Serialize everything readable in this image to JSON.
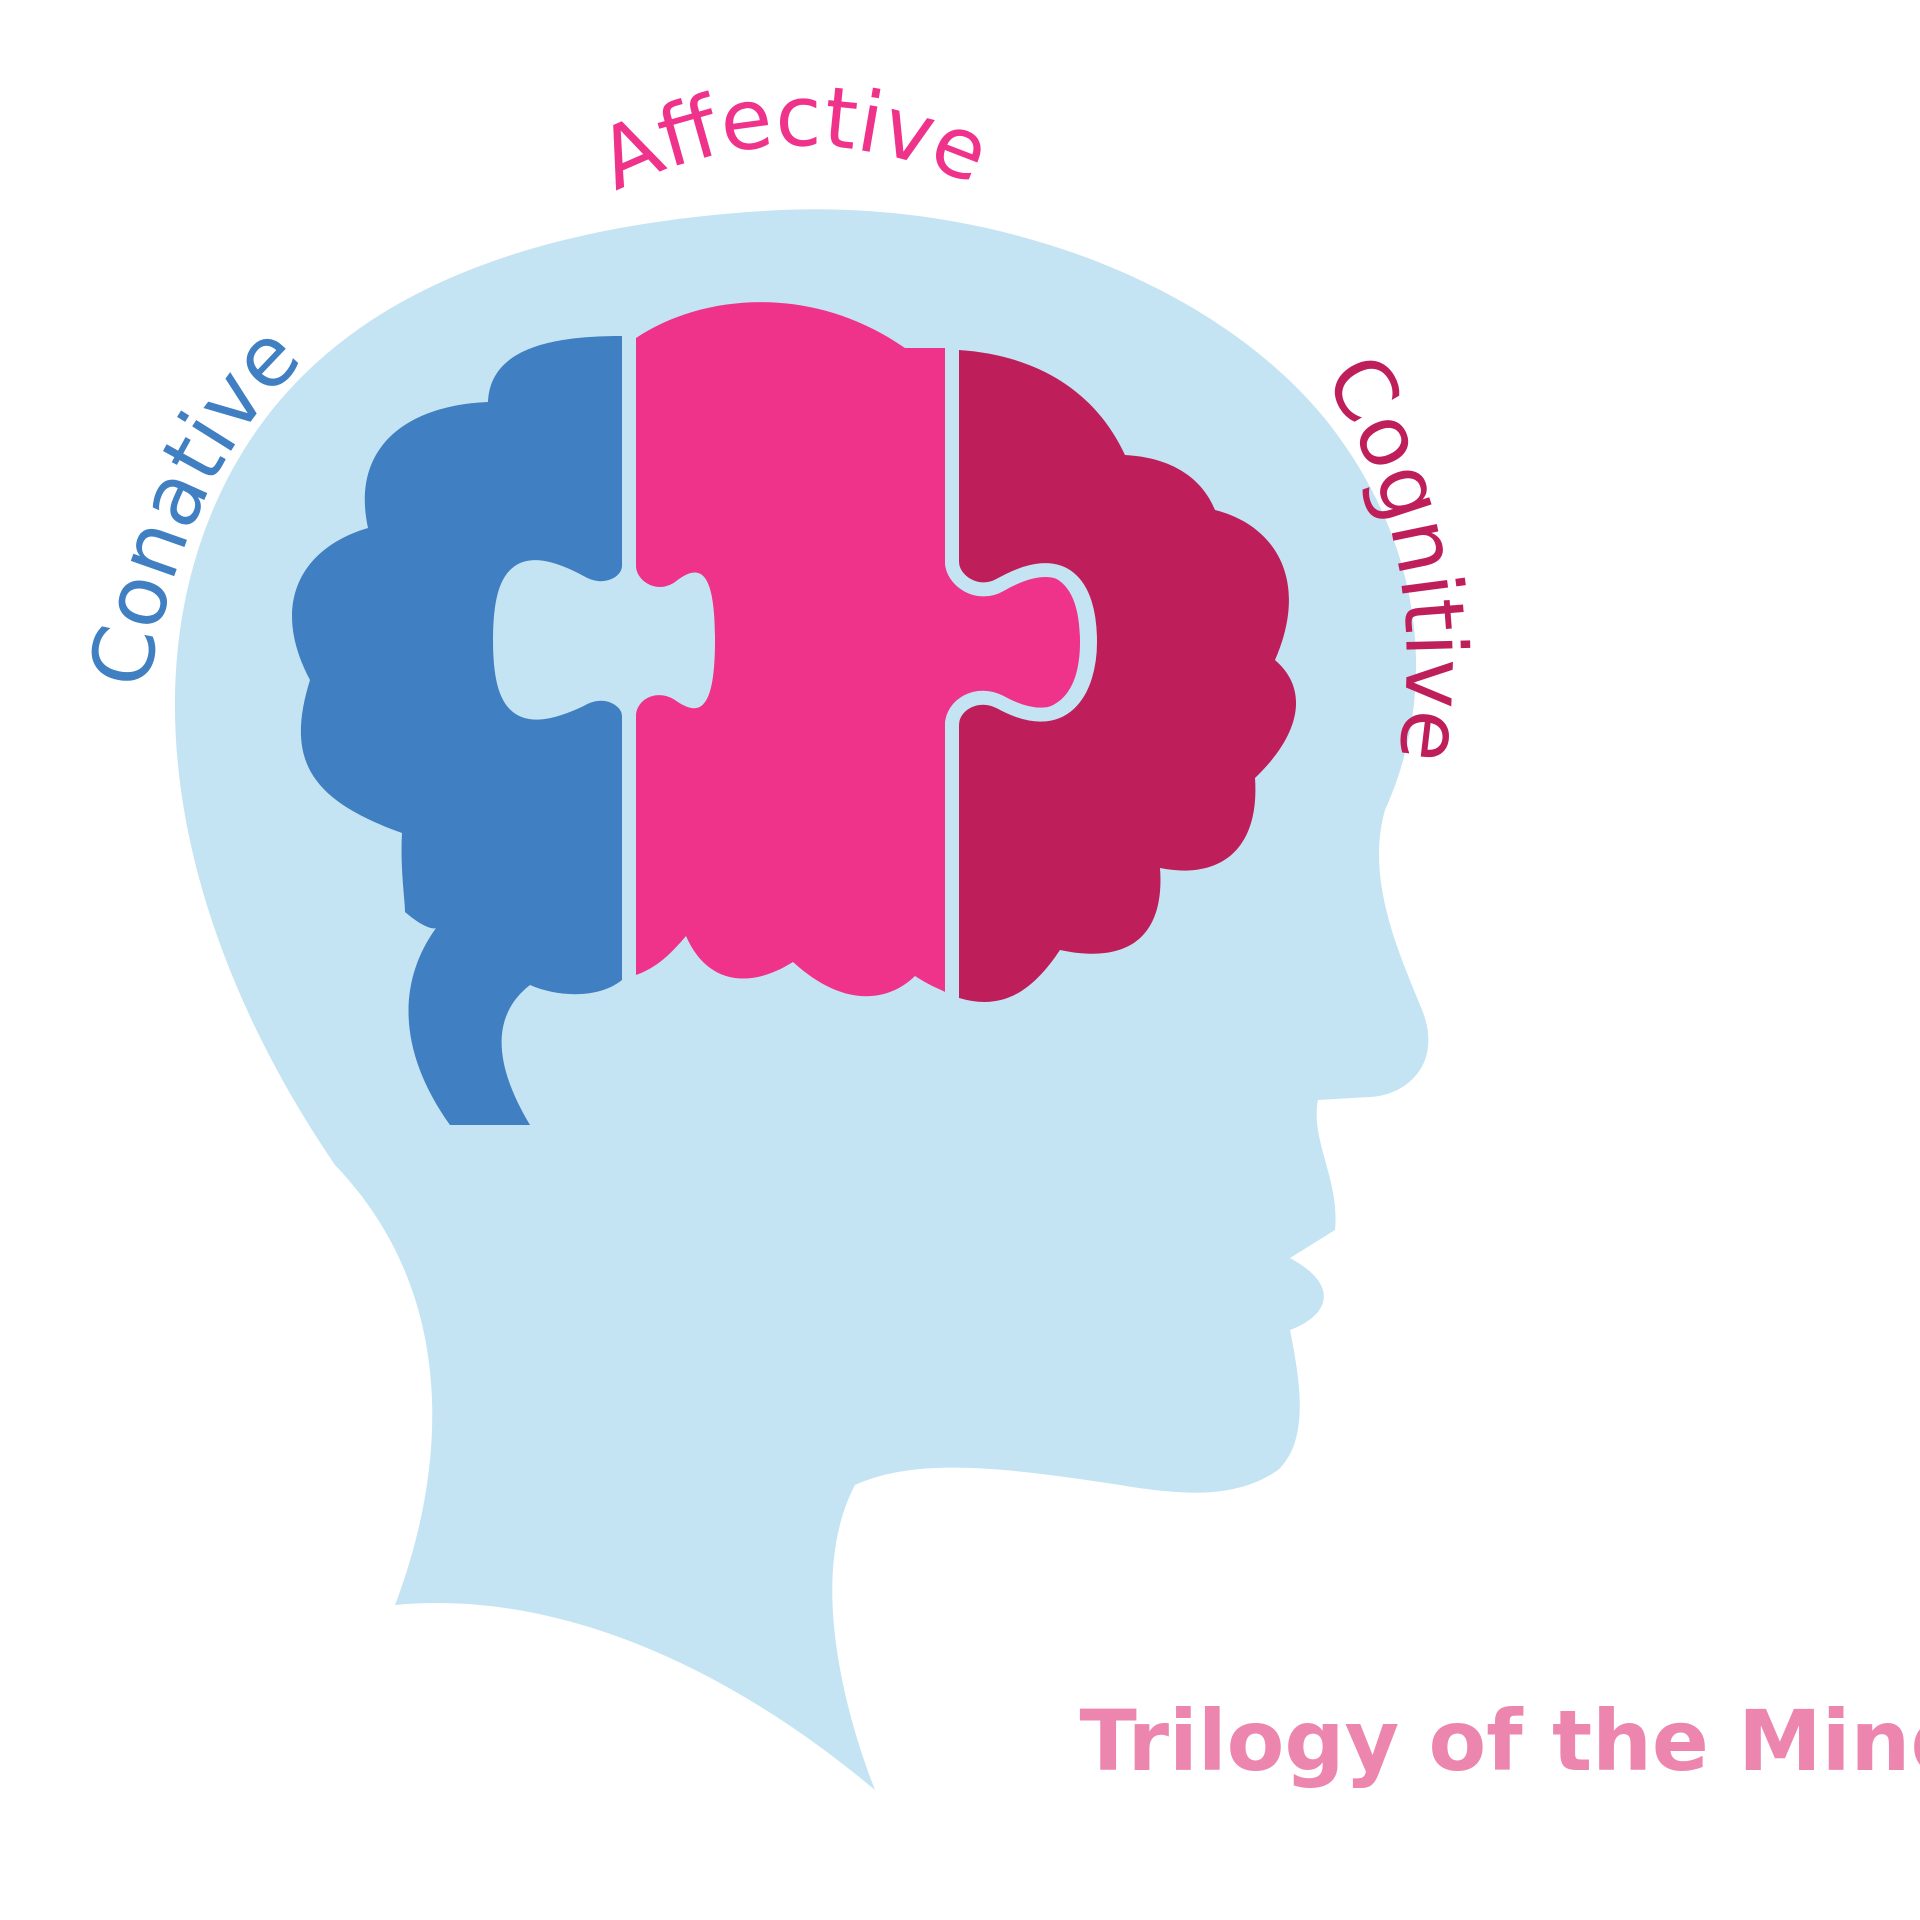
{
  "title": "Trilogy of the Mind",
  "labels": {
    "conative": "Conative",
    "affective": "Affective",
    "cognitive": "Cognitive"
  },
  "colors": {
    "background": "#ffffff",
    "head": "#c4e4f3",
    "conative": "#407fc1",
    "affective": "#ef338b",
    "cognitive": "#be1f5a",
    "title": "#ed86ae"
  }
}
